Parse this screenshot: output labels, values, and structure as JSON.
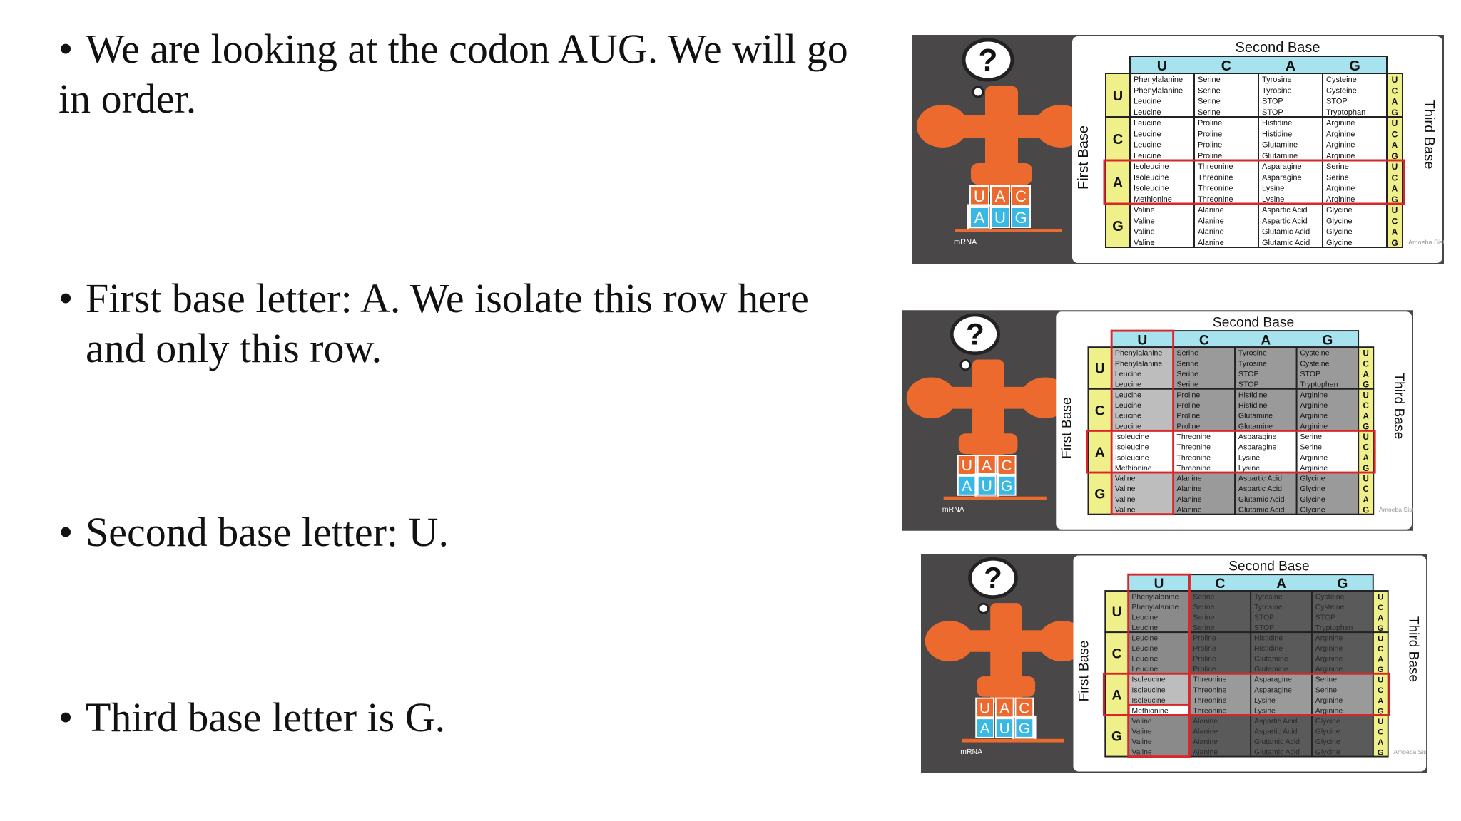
{
  "bullets": [
    {
      "marker": "•",
      "line1": "We are looking at the codon AUG. We will go",
      "line2": "in order."
    },
    {
      "marker": "•",
      "line1": "First base letter: A. We isolate this row here",
      "line2": "and only this row."
    },
    {
      "marker": "•",
      "line1": "Second base letter: U.",
      "line2": ""
    },
    {
      "marker": "•",
      "line1": "Third base letter is G.",
      "line2": ""
    }
  ],
  "codon_table": {
    "title_second": "Second Base",
    "title_first": "First Base",
    "title_third": "Third Base",
    "bases": [
      "U",
      "C",
      "A",
      "G"
    ],
    "rows": [
      [
        [
          "Phenylalanine",
          "Phenylalanine",
          "Leucine",
          "Leucine"
        ],
        [
          "Serine",
          "Serine",
          "Serine",
          "Serine"
        ],
        [
          "Tyrosine",
          "Tyrosine",
          "STOP",
          "STOP"
        ],
        [
          "Cysteine",
          "Cysteine",
          "STOP",
          "Tryptophan"
        ]
      ],
      [
        [
          "Leucine",
          "Leucine",
          "Leucine",
          "Leucine"
        ],
        [
          "Proline",
          "Proline",
          "Proline",
          "Proline"
        ],
        [
          "Histidine",
          "Histidine",
          "Glutamine",
          "Glutamine"
        ],
        [
          "Arginine",
          "Arginine",
          "Arginine",
          "Arginine"
        ]
      ],
      [
        [
          "Isoleucine",
          "Isoleucine",
          "Isoleucine",
          "Methionine"
        ],
        [
          "Threonine",
          "Threonine",
          "Threonine",
          "Threonine"
        ],
        [
          "Asparagine",
          "Asparagine",
          "Lysine",
          "Lysine"
        ],
        [
          "Serine",
          "Serine",
          "Arginine",
          "Arginine"
        ]
      ],
      [
        [
          "Valine",
          "Valine",
          "Valine",
          "Valine"
        ],
        [
          "Alanine",
          "Alanine",
          "Alanine",
          "Alanine"
        ],
        [
          "Aspartic  Acid",
          "Aspartic  Acid",
          "Glutamic  Acid",
          "Glutamic  Acid"
        ],
        [
          "Glycine",
          "Glycine",
          "Glycine",
          "Glycine"
        ]
      ]
    ],
    "watermark": "Amoeba Sisters"
  },
  "trna": {
    "question_mark": "?",
    "anticodon": [
      "U",
      "A",
      "C"
    ],
    "codon": [
      "A",
      "U",
      "G"
    ],
    "mrna_label": "mRNA"
  },
  "colors": {
    "panel_bg": "#4a4748",
    "trna": "#ec6a2e",
    "header_cyan": "#a6e3ee",
    "side_yellow": "#f0f08a",
    "highlight_red": "#d8262a",
    "codon_blue": "#3ab8e4"
  }
}
